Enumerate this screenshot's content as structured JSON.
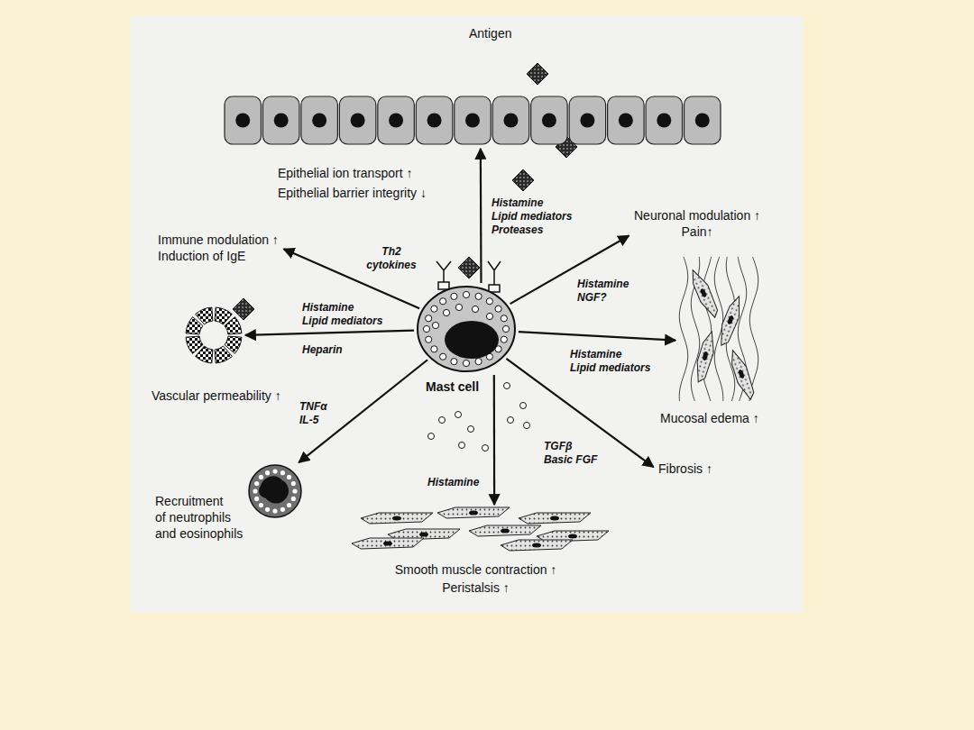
{
  "diagram": {
    "nodes": [
      {
        "text": [
          "Epithelial ion transport ↑",
          "Epithelial barrier integrity ↓"
        ]
      },
      {
        "text": [
          "Immune modulation ↑",
          "Induction of IgE"
        ]
      },
      {
        "text": [
          "Neuronal modulation ↑",
          "Pain↑"
        ]
      },
      {
        "text": [
          "Vascular permeability ↑"
        ]
      },
      {
        "text": [
          "Mast cell"
        ]
      },
      {
        "text": [
          "Mucosal edema ↑"
        ]
      },
      {
        "text": [
          "Recruitment of neutrophils and eosinophils"
        ]
      },
      {
        "text": [
          "Fibrosis ↑"
        ]
      },
      {
        "text": [
          "Smooth muscle contraction ↑",
          "Peristalsis ↑"
        ]
      }
    ],
    "edges": [
      {
        "from": 4,
        "to": 0,
        "arrow": "to",
        "label": "Histamine Lipid mediators Proteases"
      },
      {
        "from": 4,
        "to": 1,
        "arrow": "to",
        "label": "Th2 cytokines"
      },
      {
        "from": 4,
        "to": 2,
        "arrow": "to",
        "label": "Histamine NGF?"
      },
      {
        "from": 4,
        "to": 3,
        "arrow": "to",
        "label": "Histamine Lipid mediators"
      },
      {
        "from": 4,
        "to": 5,
        "arrow": "to",
        "label": "Histamine Lipid mediators"
      },
      {
        "from": 4,
        "to": 6,
        "arrow": "to",
        "label": "TNFα IL-5"
      },
      {
        "from": 4,
        "to": 8,
        "arrow": "to",
        "label": "Histamine"
      },
      {
        "from": 4,
        "to": 7,
        "arrow": "to",
        "label": "TGFβ Basic FGF"
      }
    ],
    "labels": [
      "Antigen",
      "Heparin"
    ]
  }
}
